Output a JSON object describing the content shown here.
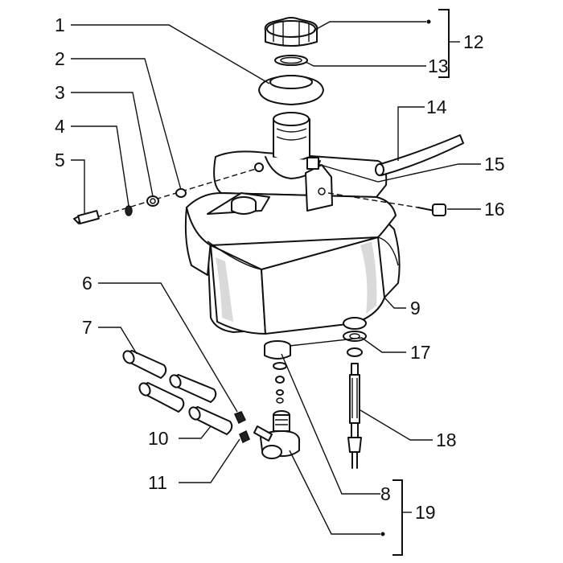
{
  "callouts": {
    "c1": "1",
    "c2": "2",
    "c3": "3",
    "c4": "4",
    "c5": "5",
    "c6": "6",
    "c7": "7",
    "c8": "8",
    "c9": "9",
    "c10": "10",
    "c11": "11",
    "c12": "12",
    "c13": "13",
    "c14": "14",
    "c15": "15",
    "c16": "16",
    "c17": "17",
    "c18": "18",
    "c19": "19"
  },
  "colors": {
    "ink": "#111111",
    "background": "#ffffff",
    "shade": "#d9d9d9"
  }
}
